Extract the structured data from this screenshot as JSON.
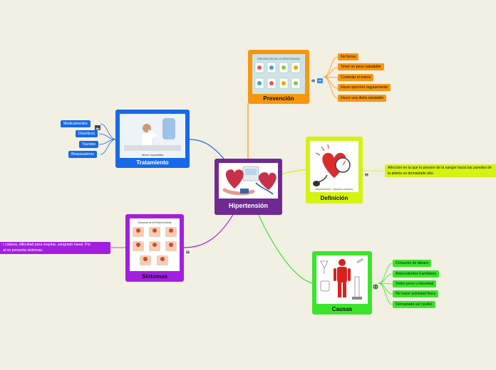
{
  "center": {
    "label": "Hipertensión",
    "color": "#6f2a91"
  },
  "prevencion": {
    "label": "Prevención",
    "image_caption": "PREVENCIÓN DE LA HIPERTENSIÓN",
    "items": [
      "No fumar",
      "Tener un peso saludable",
      "Controlar el estres",
      "Hacer ejercicio regularmente",
      "Hacer una dieta saludable"
    ],
    "color": "#f7960f"
  },
  "definicion": {
    "label": "Definición",
    "text_line1": "Afección en la que la presion de la sangre hacia las paredes de",
    "text_line2": "la arteria es demasiado alta",
    "image_caption": "HIPERTENSIÓN · PRESIÓN ARTERIAL",
    "color": "#d5f213"
  },
  "causas": {
    "label": "Causas",
    "items": [
      "Consumo de tabaco",
      "Antecedentes Familiares",
      "Sobre peso u obesidad",
      "No hacer actividad fisica",
      "Demasiada sal (sodio)"
    ],
    "color": "#3be52b"
  },
  "sintomas": {
    "label": "Síntomas",
    "text_line1": "r cabeza, dificultad para respirar, sangrado nasal. Por",
    "text_line2": "al no presenta sintomas.",
    "image_caption": "Síntomas de la Presión Arterial",
    "color": "#a31fe0"
  },
  "tratamiento": {
    "label": "Tratamiento",
    "items": [
      "Medicamentos",
      "Diureticos",
      "Tiazidas",
      "Bloqueadores"
    ],
    "video_caption": "clínica / especialista",
    "color": "#1769e8"
  }
}
